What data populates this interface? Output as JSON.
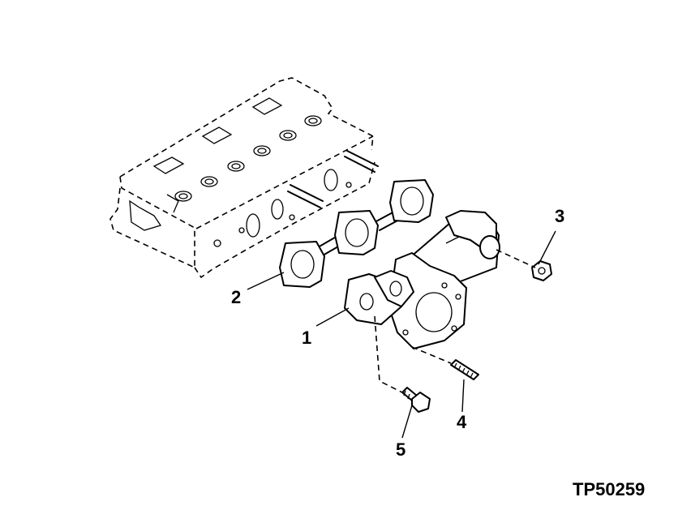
{
  "callouts": [
    {
      "id": "1",
      "text": "1"
    },
    {
      "id": "2",
      "text": "2"
    },
    {
      "id": "3",
      "text": "3"
    },
    {
      "id": "4",
      "text": "4"
    },
    {
      "id": "5",
      "text": "5"
    }
  ],
  "figure_id": "TP50259",
  "colors": {
    "line": "#000000",
    "background": "#ffffff"
  },
  "parts_shown": [
    "cylinder-head",
    "exhaust-gasket",
    "exhaust-manifold",
    "nut",
    "stud",
    "cap-screw"
  ]
}
